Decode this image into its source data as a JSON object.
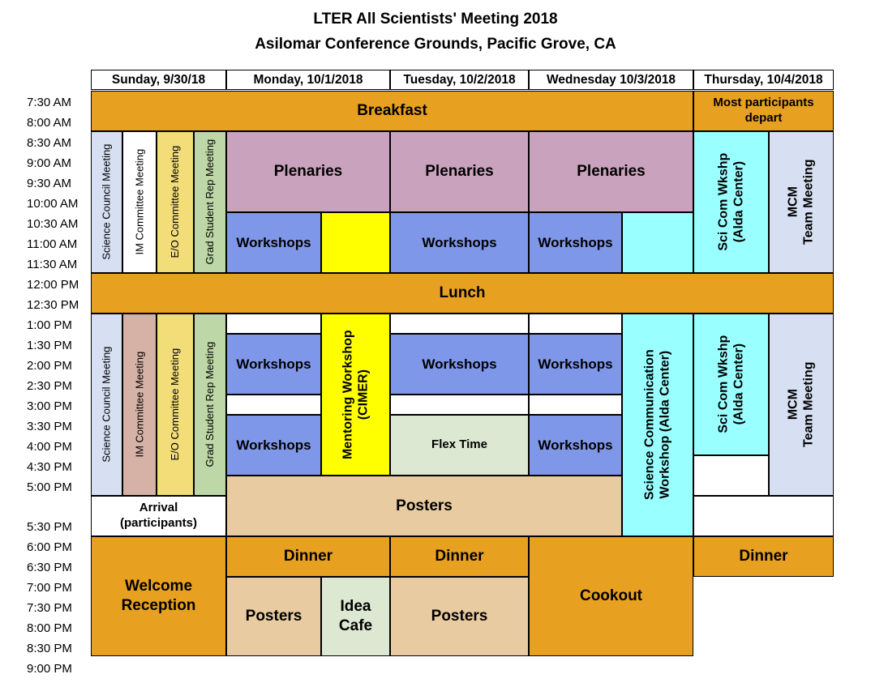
{
  "header": {
    "title": "LTER All Scientists' Meeting 2018",
    "subtitle": "Asilomar Conference Grounds, Pacific Grove, CA"
  },
  "days": [
    "Sunday, 9/30/18",
    "Monday, 10/1/2018",
    "Tuesday, 10/2/2018",
    "Wednesday 10/3/2018",
    "Thursday, 10/4/2018"
  ],
  "times": [
    "7:30 AM",
    "8:00 AM",
    "8:30 AM",
    "9:00 AM",
    "9:30 AM",
    "10:00 AM",
    "10:30 AM",
    "11:00 AM",
    "11:30 AM",
    "12:00 PM",
    "12:30 PM",
    "1:00 PM",
    "1:30 PM",
    "2:00 PM",
    "2:30 PM",
    "3:00 PM",
    "3:30 PM",
    "4:00 PM",
    "4:30 PM",
    "5:00 PM",
    "5:30 PM",
    "6:00 PM",
    "6:30 PM",
    "7:00 PM",
    "7:30 PM",
    "8:00 PM",
    "8:30 PM",
    "9:00 PM"
  ],
  "events": {
    "breakfast": "Breakfast",
    "depart": "Most participants depart",
    "science_council": "Science Council Meeting",
    "im_committee": "IM Committee Meeting",
    "eo_committee": "E/O Committee Meeting",
    "grad_student": "Grad Student Rep Meeting",
    "plenaries": "Plenaries",
    "workshops": "Workshops",
    "sci_com_wkshp_1": "Sci Com Wkshp",
    "sci_com_wkshp_2": "(Alda Center)",
    "mcm_1": "MCM",
    "mcm_2": "Team Meeting",
    "lunch": "Lunch",
    "mentoring_1": "Mentoring Workshop",
    "mentoring_2": "(CIMER)",
    "science_comm_1": "Science Communication",
    "science_comm_2": "Workshop (Alda Center)",
    "flex_time": "Flex Time",
    "arrival": "Arrival (participants)",
    "posters": "Posters",
    "dinner": "Dinner",
    "welcome": "Welcome Reception",
    "idea_cafe": "Idea Cafe",
    "cookout": "Cookout"
  },
  "colors": {
    "meal": "#e8a020",
    "plenary": "#c9a3bd",
    "workshop": "#7f97e8",
    "mentoring": "#ffff00",
    "alda": "#99ffff",
    "mcm": "#d6e0f2",
    "posters": "#e8cba0",
    "flex": "#dde8d2"
  }
}
